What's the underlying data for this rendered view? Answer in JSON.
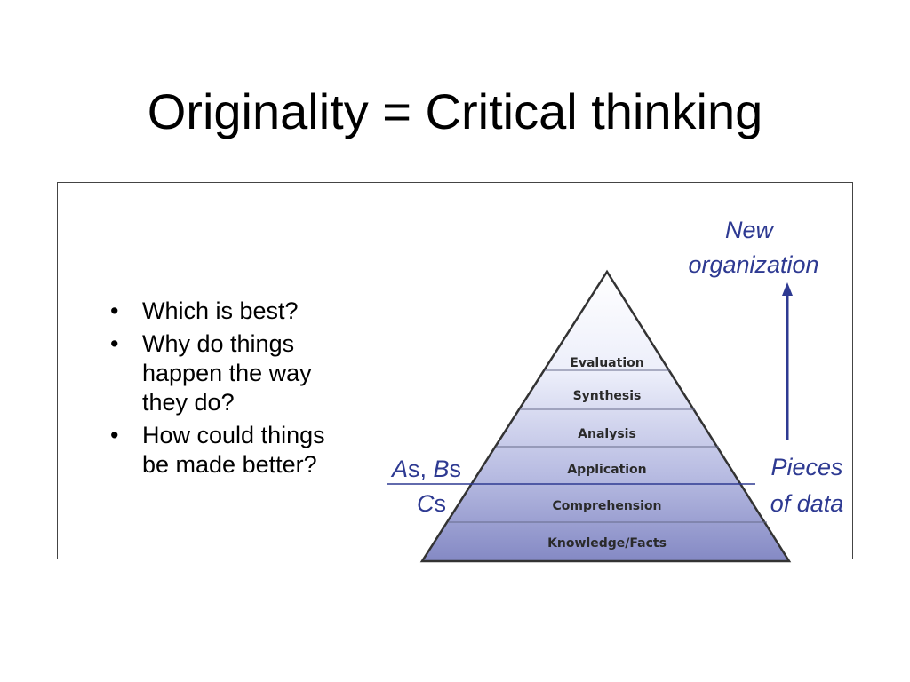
{
  "slide": {
    "title": "Originality = Critical thinking"
  },
  "bullets": [
    "Which is best?",
    "Why do things\nhappen the way\nthey do?",
    "How could things\n be made better?"
  ],
  "pyramid": {
    "levels": [
      "Evaluation",
      "Synthesis",
      "Analysis",
      "Application",
      "Comprehension",
      "Knowledge/Facts"
    ],
    "left_label": {
      "line1_a": "A",
      "line1_b": "s, ",
      "line1_c": "B",
      "line1_d": "s",
      "line2_a": "C",
      "line2_b": "s"
    },
    "right_label": {
      "line1": "Pieces",
      "line2": "of data"
    },
    "top_label": {
      "line1": "New",
      "line2": "organization"
    }
  },
  "colors": {
    "accent_text": "#2e3a92",
    "arrow": "#2e3a92",
    "pyramid_top": "#ffffff",
    "pyramid_bottom": "#8489c4",
    "frame_border": "#444444"
  },
  "icons": {
    "arrow": "up-arrow-icon"
  }
}
